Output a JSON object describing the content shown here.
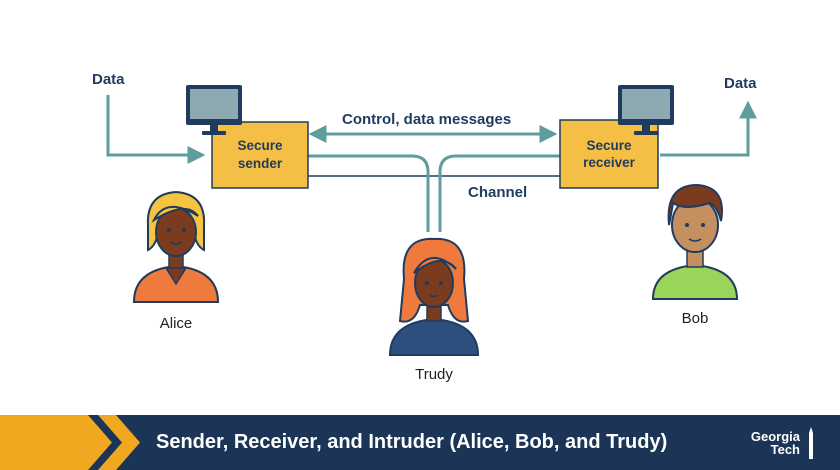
{
  "colors": {
    "box_fill": "#f5be45",
    "arrow": "#5f9c9e",
    "channel_line": "#1f3b5f",
    "footer_bg": "#1c3557",
    "chevron_gold": "#f0a820"
  },
  "labels": {
    "data_in": "Data",
    "data_out": "Data",
    "control_messages": "Control, data messages",
    "channel": "Channel"
  },
  "boxes": {
    "sender_line1": "Secure",
    "sender_line2": "sender",
    "receiver_line1": "Secure",
    "receiver_line2": "receiver"
  },
  "people": {
    "alice": "Alice",
    "bob": "Bob",
    "trudy": "Trudy"
  },
  "footer": {
    "title": "Sender, Receiver, and Intruder (Alice, Bob, and Trudy)",
    "logo_line1": "Georgia",
    "logo_line2": "Tech"
  },
  "icons": [
    "computer-icon",
    "alice-avatar-icon",
    "bob-avatar-icon",
    "trudy-avatar-icon",
    "chevron-icon",
    "tech-tower-icon"
  ]
}
